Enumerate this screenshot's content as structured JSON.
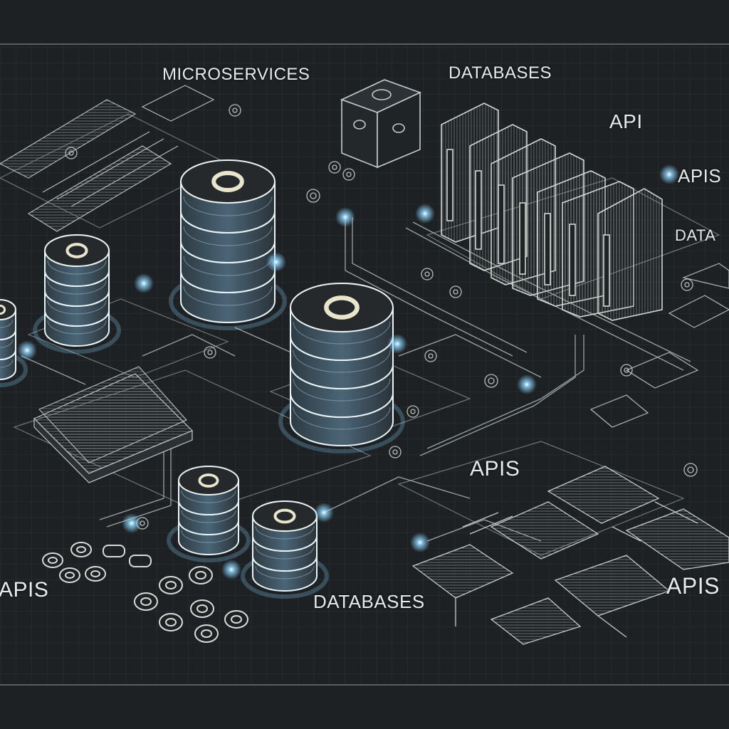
{
  "labels": {
    "microservices": "MICROSERVICES",
    "databases_top": "DATABASES",
    "api": "API",
    "apis_right": "APIS",
    "data_partial": "DATA",
    "apis_center": "APIS",
    "apis_left": "APIS",
    "databases_bottom": "DATABASES",
    "apis_bottom_right": "APIS"
  },
  "colors": {
    "background": "#1d2124",
    "grid": "#2c3236",
    "line": "#c9cdc8",
    "glow": "#8fd6ff",
    "cylinder_top": "#262b2e",
    "cylinder_body": "#3a4a55"
  }
}
